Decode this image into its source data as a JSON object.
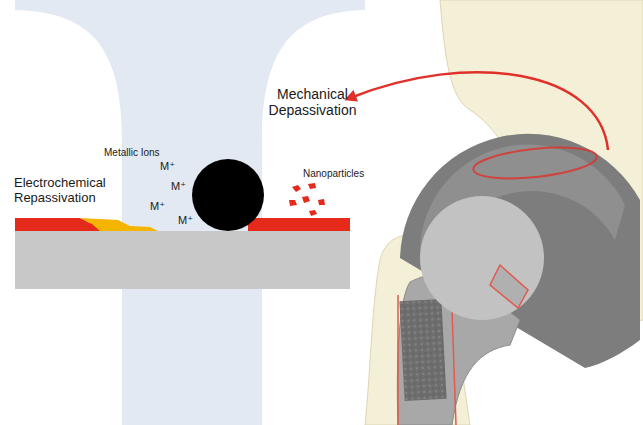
{
  "diagram": {
    "labels": [
      "Electrochemical Repassivation",
      "Metallic Ions",
      "M⁺",
      "M⁺",
      "M⁺",
      "M⁺",
      "Mechanical Depassivation",
      "Nanoparticles"
    ]
  }
}
